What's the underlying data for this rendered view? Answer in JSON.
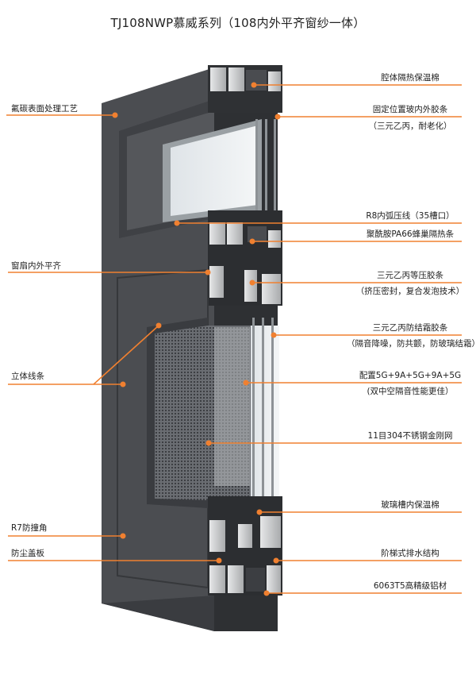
{
  "title": "TJ108NWP慕威系列（108内外平齐窗纱一体）",
  "colors": {
    "accent": "#f08030",
    "frame": "#4a4c50",
    "frame_dark": "#2c2e31",
    "aluminum": "#d4d6d8",
    "glass": "#e8ecef"
  },
  "left_labels": [
    {
      "id": "fluorocarbon",
      "text": "氟碳表面处理工艺"
    },
    {
      "id": "sash-flush",
      "text": "窗扇内外平齐"
    },
    {
      "id": "3d-lines",
      "text": "立体线条"
    },
    {
      "id": "r7-corner",
      "text": "R7防撞角"
    },
    {
      "id": "dust-cover",
      "text": "防尘盖板"
    }
  ],
  "right_labels": [
    {
      "id": "cavity-insulation",
      "text": "腔体隔热保温棉"
    },
    {
      "id": "fixed-glass-seal",
      "text": "固定位置玻内外胶条",
      "sub": "（三元乙丙，耐老化）"
    },
    {
      "id": "r8-bead",
      "text": "R8内弧压线（35槽口）"
    },
    {
      "id": "pa66-strip",
      "text": "聚酰胺PA66蜂巢隔热条"
    },
    {
      "id": "epdm-pressure-seal",
      "text": "三元乙丙等压胶条",
      "sub": "（挤压密封，复合发泡技术）"
    },
    {
      "id": "epdm-frost-seal",
      "text": "三元乙丙防结霜胶条",
      "sub": "（隔音降噪，防共颤，防玻璃结霜）"
    },
    {
      "id": "glass-config",
      "text": "配置5G+9A+5G+9A+5G",
      "sub": "(双中空隔音性能更佳）"
    },
    {
      "id": "mesh",
      "text": "11目304不锈钢金刚网"
    },
    {
      "id": "glass-slot-insulation",
      "text": "玻璃槽内保温棉"
    },
    {
      "id": "stepped-drainage",
      "text": "阶梯式排水结构"
    },
    {
      "id": "aluminum-6063",
      "text": "6063T5高精级铝材"
    }
  ]
}
